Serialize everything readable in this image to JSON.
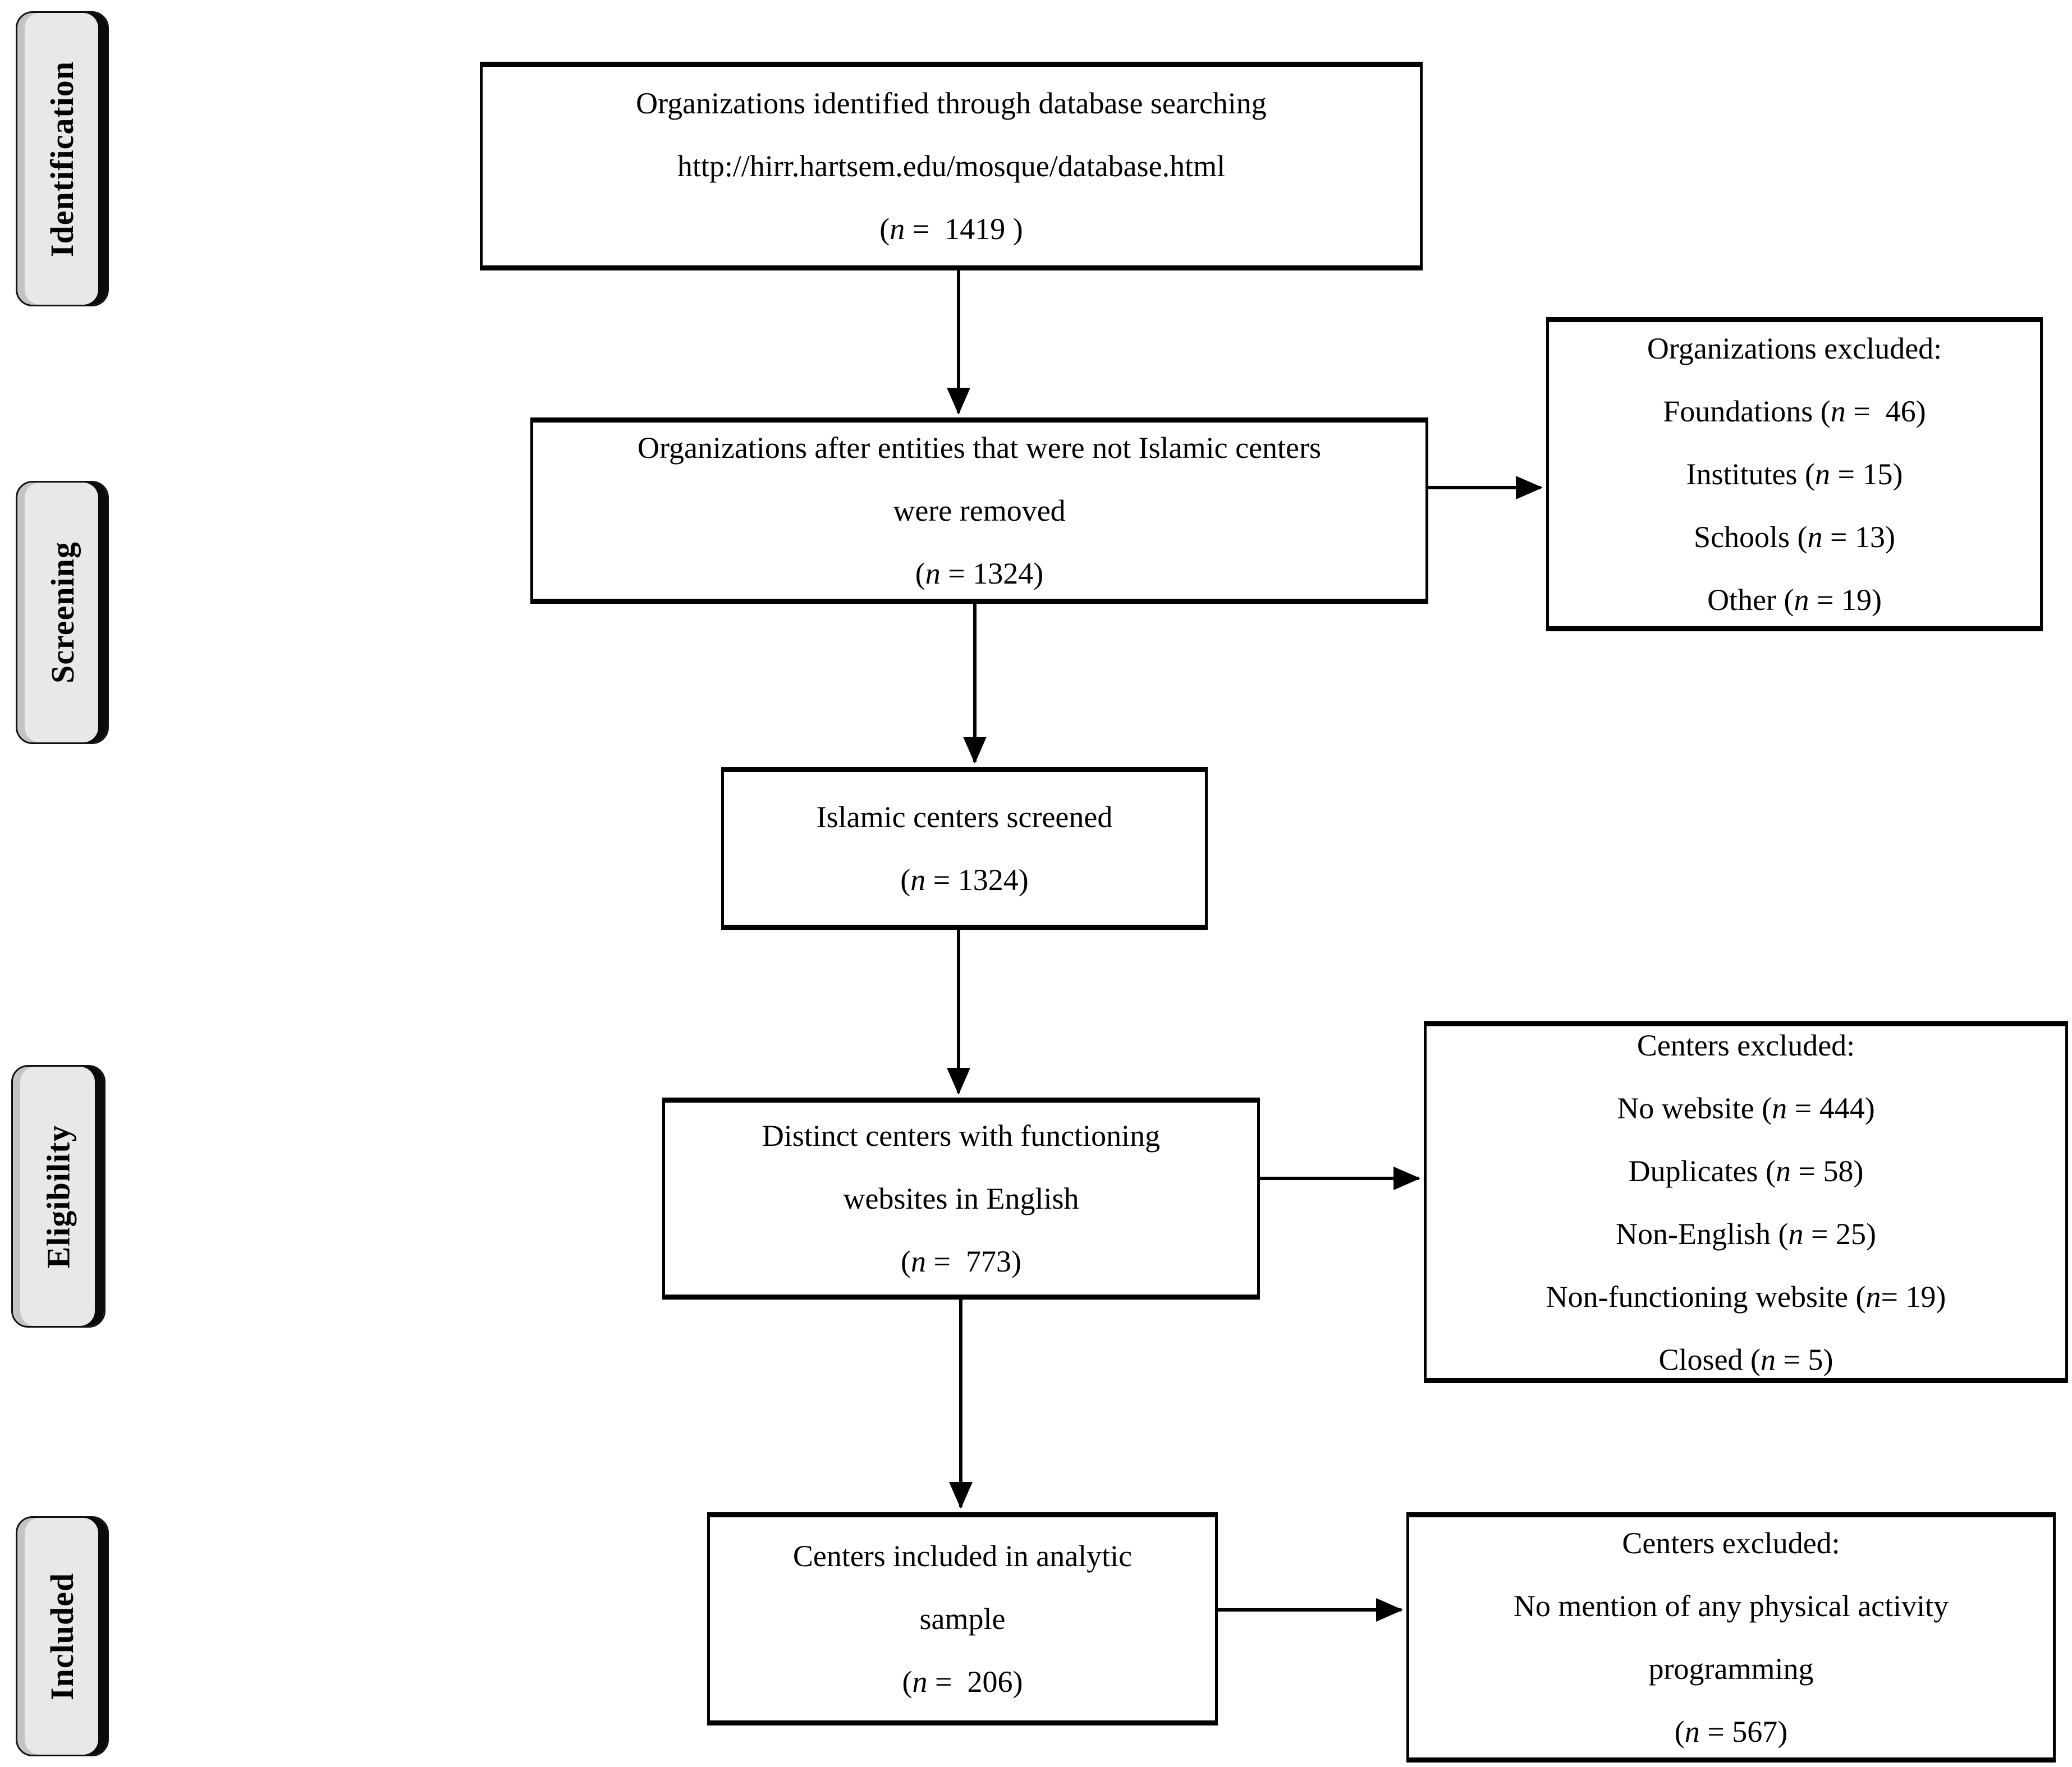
{
  "colors": {
    "background": "#ffffff",
    "text": "#000000",
    "box_border": "#000000",
    "stage_fill": "#e8e8e8"
  },
  "stages": [
    {
      "label": "Identification"
    },
    {
      "label": "Screening"
    },
    {
      "label": "Eligibility"
    },
    {
      "label": "Included"
    }
  ],
  "flow": {
    "identified": {
      "n": 1419,
      "lines": [
        "Organizations identified through database searching",
        "http://hirr.hartsem.edu/mosque/database.html",
        "(n =  1419 )"
      ]
    },
    "after_removal": {
      "n": 1324,
      "lines": [
        "Organizations after entities that were not Islamic centers",
        "were removed",
        "(n = 1324)"
      ]
    },
    "screened": {
      "n": 1324,
      "lines": [
        "Islamic centers screened",
        "(n = 1324)"
      ]
    },
    "distinct": {
      "n": 773,
      "lines": [
        "Distinct centers with functioning",
        "websites in English",
        "(n =  773)"
      ]
    },
    "analytic": {
      "n": 206,
      "lines": [
        "Centers included in analytic",
        "sample",
        "(n =  206)"
      ]
    }
  },
  "exclusions": {
    "organizations": {
      "lines": [
        "Organizations excluded:",
        "Foundations (n =  46)",
        "Institutes (n = 15)",
        "Schools (n = 13)",
        "Other (n = 19)"
      ]
    },
    "centers": {
      "lines": [
        "Centers excluded:",
        "No website (n = 444)",
        "Duplicates (n = 58)",
        "Non-English (n = 25)",
        "Non-functioning website (n= 19)",
        "Closed (n = 5)"
      ]
    },
    "physical_activity": {
      "lines": [
        "Centers excluded:",
        "No mention of any physical activity",
        "programming",
        "(n = 567)"
      ]
    }
  },
  "arrows": [
    {
      "from": "identified",
      "to": "after_removal"
    },
    {
      "from": "after_removal",
      "to": "organizations_excluded"
    },
    {
      "from": "after_removal",
      "to": "screened"
    },
    {
      "from": "screened",
      "to": "distinct"
    },
    {
      "from": "distinct",
      "to": "centers_excluded"
    },
    {
      "from": "distinct",
      "to": "analytic"
    },
    {
      "from": "analytic",
      "to": "physical_activity_excluded"
    }
  ]
}
